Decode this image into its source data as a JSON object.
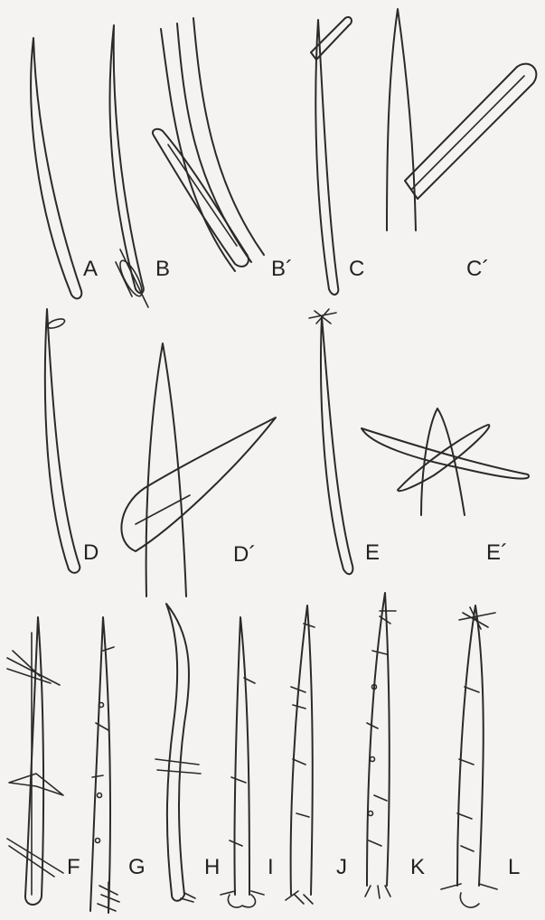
{
  "figure": {
    "labels": {
      "A": "A",
      "B": "B",
      "Bp": "B´",
      "C": "C",
      "Cp": "C´",
      "D": "D",
      "Dp": "D´",
      "E": "E",
      "Ep": "E´",
      "F": "F",
      "G": "G",
      "H": "H",
      "I": "I",
      "J": "J",
      "K": "K",
      "L": "L"
    }
  }
}
